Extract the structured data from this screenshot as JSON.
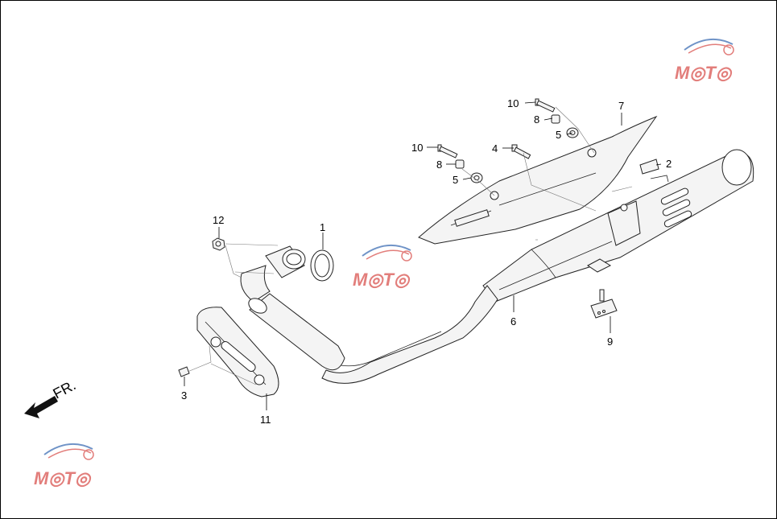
{
  "diagram": {
    "direction_label": "FR.",
    "callouts": [
      {
        "id": "callout-1",
        "label": "1"
      },
      {
        "id": "callout-2",
        "label": "2"
      },
      {
        "id": "callout-3",
        "label": "3"
      },
      {
        "id": "callout-4",
        "label": "4"
      },
      {
        "id": "callout-5a",
        "label": "5"
      },
      {
        "id": "callout-5b",
        "label": "5"
      },
      {
        "id": "callout-6",
        "label": "6"
      },
      {
        "id": "callout-7",
        "label": "7"
      },
      {
        "id": "callout-8a",
        "label": "8"
      },
      {
        "id": "callout-8b",
        "label": "8"
      },
      {
        "id": "callout-9",
        "label": "9"
      },
      {
        "id": "callout-10a",
        "label": "10"
      },
      {
        "id": "callout-10b",
        "label": "10"
      },
      {
        "id": "callout-11",
        "label": "11"
      },
      {
        "id": "callout-12",
        "label": "12"
      }
    ]
  },
  "watermark": {
    "brand": "MOTO",
    "colors": {
      "primary": "#d9534f",
      "secondary": "#3f6fb5"
    }
  }
}
